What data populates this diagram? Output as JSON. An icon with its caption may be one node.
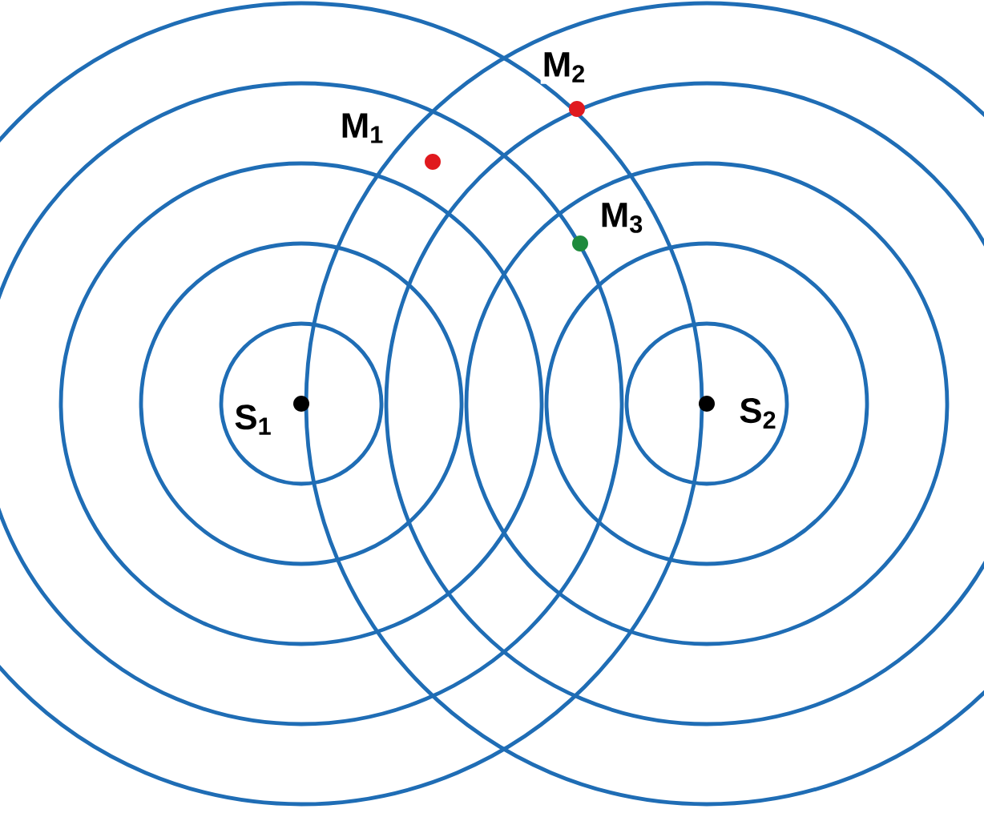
{
  "diagram": {
    "labels": [
      "M$_{1}$",
      "M$_{2}$",
      "M$_{3}$",
      "S$_{1}$",
      "S$_{2}$"
    ]
  }
}
